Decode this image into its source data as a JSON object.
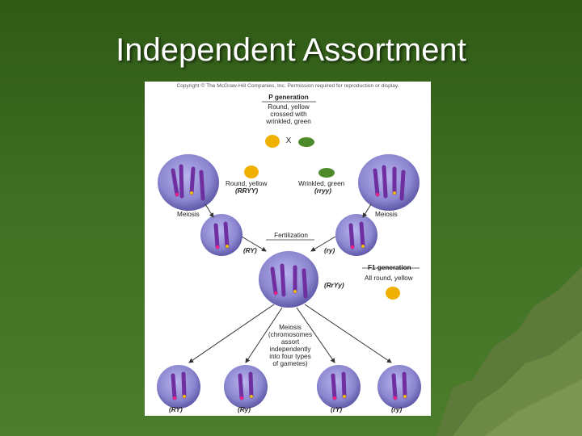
{
  "slide": {
    "title": "Independent Assortment",
    "background_color": "#3a6a1f"
  },
  "figure": {
    "copyright": "Copyright © The McGraw-Hill Companies, Inc. Permission required for reproduction or display.",
    "p_generation": {
      "heading": "P generation",
      "line1": "Round, yellow",
      "line2": "crossed with",
      "line3": "wrinkled, green",
      "cross_symbol": "X"
    },
    "left_parent": {
      "label": "Round, yellow",
      "genotype": "(RRYY)",
      "process": "Meiosis"
    },
    "right_parent": {
      "label": "Wrinkled, green",
      "genotype": "(rryy)",
      "process": "Meiosis"
    },
    "fertilization": "Fertilization",
    "gamete_left": "(RY)",
    "gamete_right": "(ry)",
    "f1": {
      "heading": "F1 generation",
      "subtitle": "All round, yellow",
      "genotype": "(RrYy)"
    },
    "meiosis2": {
      "line1": "Meiosis",
      "line2": "(chromosomes",
      "line3": "assort",
      "line4": "independently",
      "line5": "into four types",
      "line6": "of gametes)"
    },
    "gametes": [
      "(RY)",
      "(Ry)",
      "(rY)",
      "(ry)"
    ],
    "colors": {
      "cell": "#8b86cf",
      "chromosome": "#6f2fa0",
      "allele_round": "#ff2080",
      "allele_yellow": "#f0c000",
      "pea_yellow": "#f0b000",
      "pea_green": "#4f8a2a"
    }
  }
}
